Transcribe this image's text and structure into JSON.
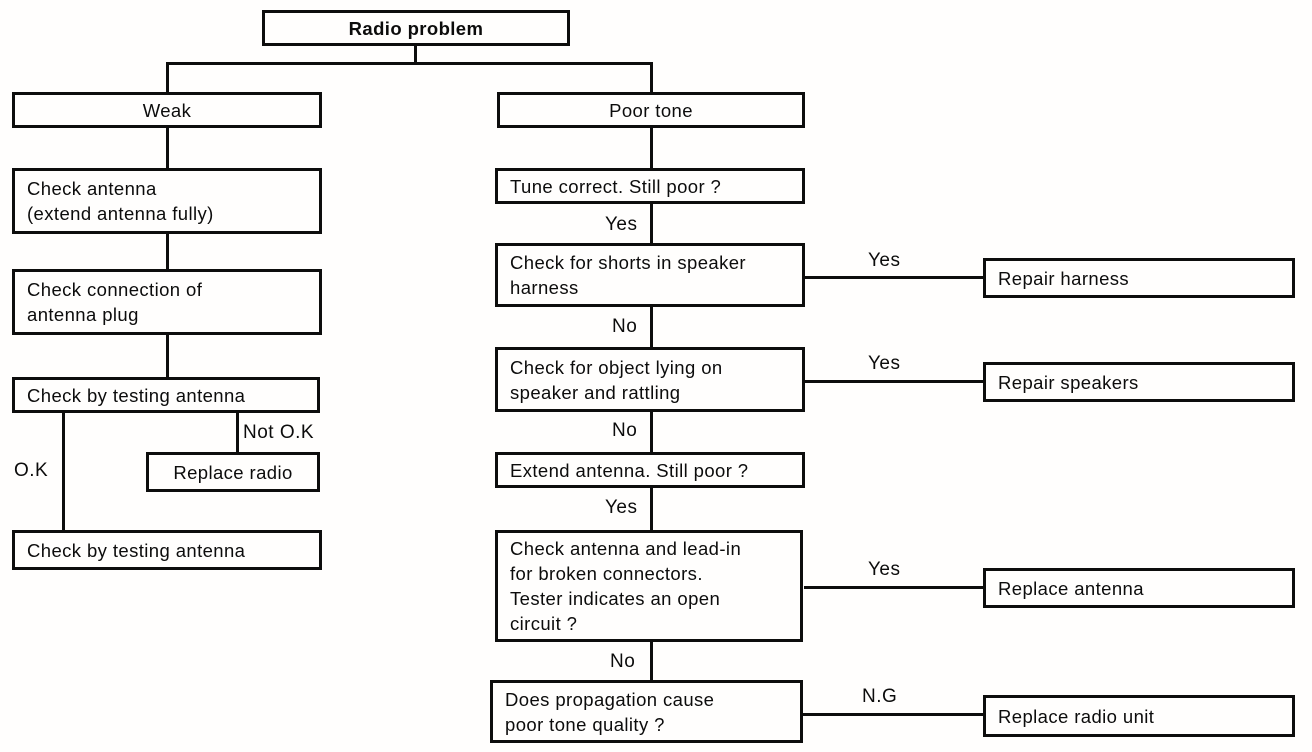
{
  "diagram": {
    "type": "flowchart",
    "title": "Radio problem",
    "nodes": {
      "radio_problem": "Radio problem",
      "weak": "Weak",
      "check_antenna": [
        "Check antenna",
        "(extend antenna fully)"
      ],
      "check_connection": [
        "Check connection of",
        "antenna plug"
      ],
      "check_by_testing_1": "Check by testing antenna",
      "replace_radio": "Replace radio",
      "check_by_testing_2": "Check by testing antenna",
      "poor_tone": "Poor tone",
      "tune_correct": "Tune correct. Still poor ?",
      "check_shorts": [
        "Check for shorts in speaker",
        "harness"
      ],
      "check_object": [
        "Check for object lying on",
        "speaker and rattling"
      ],
      "extend_antenna": "Extend antenna. Still poor ?",
      "check_leadin": [
        "Check antenna and lead-in",
        "for broken connectors.",
        "Tester indicates an open",
        "circuit ?"
      ],
      "does_propagation": [
        "Does propagation cause",
        "poor tone quality ?"
      ],
      "repair_harness": "Repair harness",
      "repair_speakers": "Repair speakers",
      "replace_antenna": "Replace antenna",
      "replace_radio_unit": "Replace radio unit"
    },
    "edge_labels": {
      "ok": "O.K",
      "not_ok": "Not O.K",
      "tune_yes": "Yes",
      "shorts_no": "No",
      "shorts_yes": "Yes",
      "object_no": "No",
      "object_yes": "Yes",
      "extend_yes": "Yes",
      "leadin_no": "No",
      "leadin_yes": "Yes",
      "propagation_ng": "N.G"
    },
    "edges": [
      {
        "from": "radio_problem",
        "to": "weak",
        "label": ""
      },
      {
        "from": "radio_problem",
        "to": "poor_tone",
        "label": ""
      },
      {
        "from": "weak",
        "to": "check_antenna",
        "label": ""
      },
      {
        "from": "check_antenna",
        "to": "check_connection",
        "label": ""
      },
      {
        "from": "check_connection",
        "to": "check_by_testing_1",
        "label": ""
      },
      {
        "from": "check_by_testing_1",
        "to": "check_by_testing_2",
        "label": "O.K"
      },
      {
        "from": "check_by_testing_1",
        "to": "replace_radio",
        "label": "Not O.K"
      },
      {
        "from": "poor_tone",
        "to": "tune_correct",
        "label": ""
      },
      {
        "from": "tune_correct",
        "to": "check_shorts",
        "label": "Yes"
      },
      {
        "from": "check_shorts",
        "to": "repair_harness",
        "label": "Yes"
      },
      {
        "from": "check_shorts",
        "to": "check_object",
        "label": "No"
      },
      {
        "from": "check_object",
        "to": "repair_speakers",
        "label": "Yes"
      },
      {
        "from": "check_object",
        "to": "extend_antenna",
        "label": "No"
      },
      {
        "from": "extend_antenna",
        "to": "check_leadin",
        "label": "Yes"
      },
      {
        "from": "check_leadin",
        "to": "replace_antenna",
        "label": "Yes"
      },
      {
        "from": "check_leadin",
        "to": "does_propagation",
        "label": "No"
      },
      {
        "from": "does_propagation",
        "to": "replace_radio_unit",
        "label": "N.G"
      }
    ]
  }
}
